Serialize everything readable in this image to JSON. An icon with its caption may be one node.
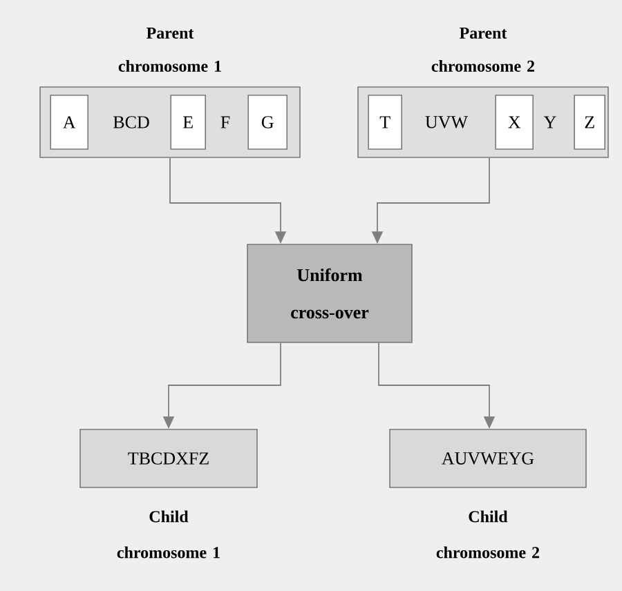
{
  "diagram": {
    "nodes": [
      {
        "text": [
          "Parent chromosome 1",
          "BCD",
          "F"
        ]
      },
      {
        "text": [
          "A"
        ],
        "in": 0
      },
      {
        "text": [
          "E"
        ],
        "in": 0
      },
      {
        "text": [
          "G"
        ],
        "in": 0
      },
      {
        "text": [
          "Parent chromosome 2",
          "UVW",
          "Y"
        ]
      },
      {
        "text": [
          "T"
        ],
        "in": 4
      },
      {
        "text": [
          "X"
        ],
        "in": 4
      },
      {
        "text": [
          "Z"
        ],
        "in": 4
      },
      {
        "text": [
          "Uniform cross-over"
        ]
      },
      {
        "text": [
          "TBCDXFZ",
          "Child chromosome 1"
        ]
      },
      {
        "text": [
          "AUVWEYG",
          "Child chromosome 2"
        ]
      }
    ],
    "edges": [
      {
        "from": 0,
        "to": 8,
        "arrow": "to"
      },
      {
        "from": 4,
        "to": 8,
        "arrow": "to"
      },
      {
        "from": 8,
        "to": 9,
        "arrow": "to"
      },
      {
        "from": 8,
        "to": 10,
        "arrow": "to"
      }
    ]
  }
}
